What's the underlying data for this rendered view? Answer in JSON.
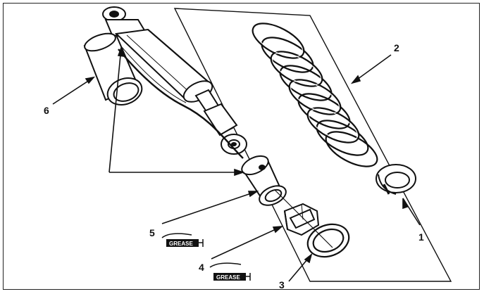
{
  "callouts": {
    "c1": "1",
    "c2": "2",
    "c3": "3",
    "c4": "4",
    "c5": "5",
    "c6": "6"
  },
  "grease_tags": {
    "upper": "GREASE",
    "lower": "GREASE"
  },
  "colors": {
    "ink": "#111111",
    "paper": "#ffffff",
    "tag_fill": "#111111"
  }
}
